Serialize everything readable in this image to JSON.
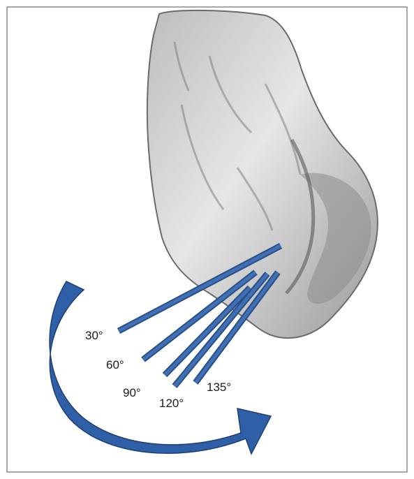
{
  "figure": {
    "frame_color": "#8a8a8a",
    "bone_fill": "#d9d9d9",
    "bone_stroke": "#6b6b6b",
    "wire_color": "#3f6fb4",
    "wire_edge": "#2a4f86",
    "arrow_color": "#2f5fa6",
    "arrow_edge": "#1f3f74"
  },
  "angles": [
    {
      "label": "30°"
    },
    {
      "label": "60°"
    },
    {
      "label": "90°"
    },
    {
      "label": "120°"
    },
    {
      "label": "135°"
    }
  ]
}
